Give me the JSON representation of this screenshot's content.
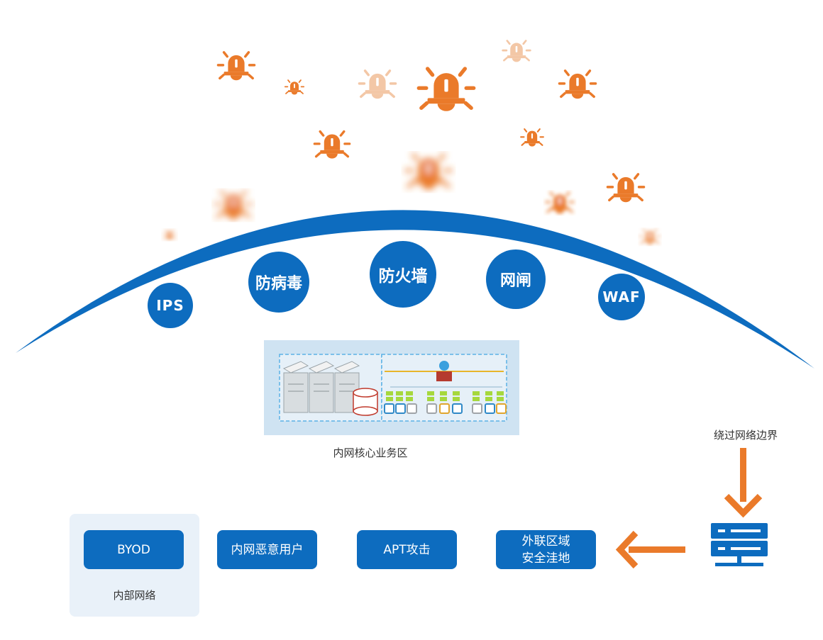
{
  "colors": {
    "brand_blue": "#0d6cbf",
    "alert_orange": "#ea7a2a",
    "panel_bg": "#cfe3f2",
    "internal_bg": "#e9f1f9"
  },
  "defenses": [
    "IPS",
    "防病毒",
    "防火墙",
    "网闸",
    "WAF"
  ],
  "core_zone": {
    "caption": "内网核心业务区"
  },
  "bypass": {
    "label": "绕过网络边界"
  },
  "internal_network": {
    "caption": "内部网络"
  },
  "threats": {
    "byod": "BYOD",
    "malicious_user": "内网恶意用户",
    "apt": "APT攻击",
    "external_line1": "外联区域",
    "external_line2": "安全洼地"
  },
  "icons": {
    "alarm": "alarm-bell-icon",
    "server": "server-icon",
    "arrow_down": "arrow-down-icon",
    "arrow_left": "arrow-left-icon"
  }
}
